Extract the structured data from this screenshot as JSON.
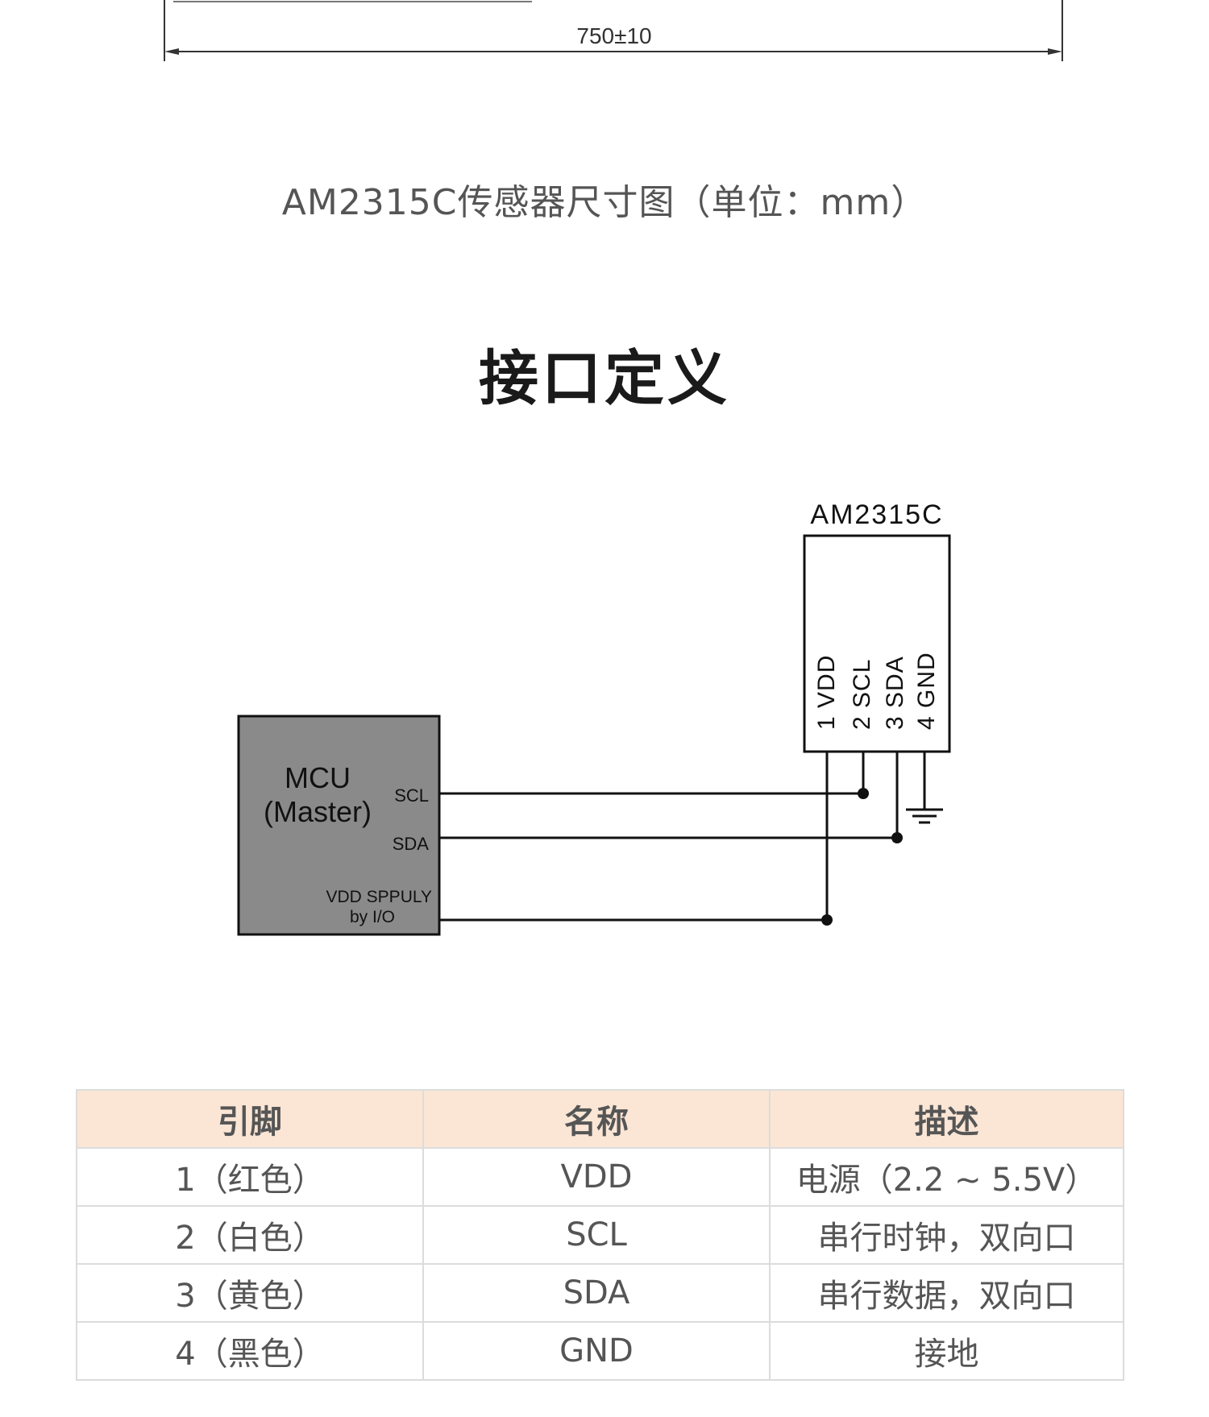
{
  "dimension": {
    "text": "750±10"
  },
  "caption": "AM2315C传感器尺寸图（单位：mm）",
  "section_title": "接口定义",
  "diagram": {
    "sensor_name": "AM2315C",
    "sensor_pins": [
      "1 VDD",
      "2 SCL",
      "3 SDA",
      "4 GND"
    ],
    "mcu_title_line1": "MCU",
    "mcu_title_line2": "(Master)",
    "mcu_pin_scl": "SCL",
    "mcu_pin_sda": "SDA",
    "mcu_vdd_line1": "VDD SPPULY",
    "mcu_vdd_line2": "by I/O"
  },
  "table": {
    "headers": [
      "引脚",
      "名称",
      "描述"
    ],
    "rows": [
      [
        "1（红色）",
        "VDD",
        "电源（2.2 ~ 5.5V）"
      ],
      [
        "2（白色）",
        "SCL",
        "串行时钟，双向口"
      ],
      [
        "3（黄色）",
        "SDA",
        "串行数据，双向口"
      ],
      [
        "4（黑色）",
        "GND",
        "接地"
      ]
    ]
  }
}
